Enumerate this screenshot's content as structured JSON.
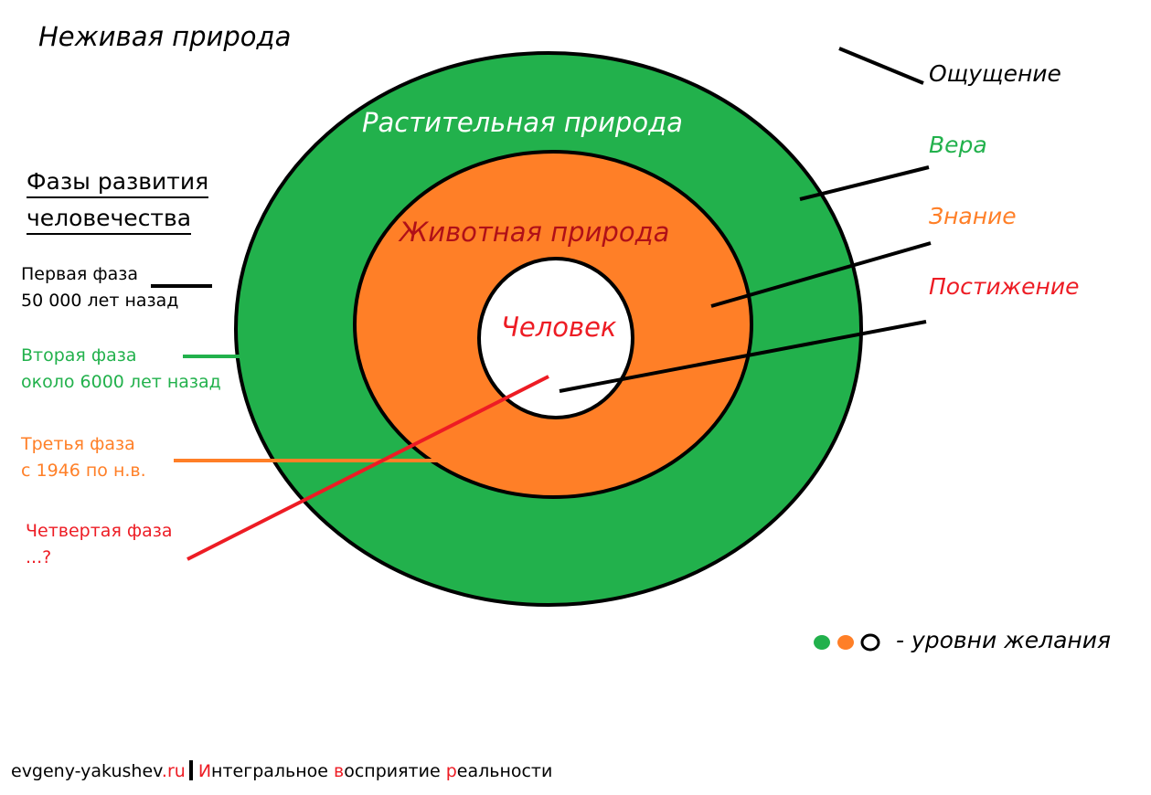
{
  "colors": {
    "green": "#22b14c",
    "orange": "#ff7f27",
    "red": "#ed1c24",
    "dark_red": "#b01018",
    "black": "#000000",
    "white": "#ffffff"
  },
  "labels": {
    "inanimate": "Неживая природа",
    "vegetative": "Растительная природа",
    "animate": "Животная природа",
    "human": "Человек"
  },
  "perceptions": {
    "sensation": "Ощущение",
    "faith": "Вера",
    "knowledge": "Знание",
    "attainment": "Постижение"
  },
  "phases": {
    "title_line1": "Фазы развития",
    "title_line2": "человечества",
    "items": [
      {
        "line1": "Первая фаза",
        "line2": "50 000 лет назад",
        "color": "#000000"
      },
      {
        "line1": "Вторая фаза",
        "line2": "около 6000 лет назад",
        "color": "#22b14c"
      },
      {
        "line1": "Третья фаза",
        "line2": "с 1946 по н.в.",
        "color": "#ff7f27"
      },
      {
        "line1": "Четвертая фаза",
        "line2": "...?",
        "color": "#ed1c24"
      }
    ]
  },
  "legend": {
    "label": "- уровни желания",
    "icons": [
      "green-dot-icon",
      "orange-dot-icon",
      "white-ring-icon"
    ]
  },
  "footer": {
    "site_main": "evgeny-yakushev",
    "site_tld": ".ru",
    "tagline_parts": [
      {
        "text": "И",
        "color": "#ed1c24"
      },
      {
        "text": "нтегральное ",
        "color": "#000000"
      },
      {
        "text": "в",
        "color": "#ed1c24"
      },
      {
        "text": "осприятие ",
        "color": "#000000"
      },
      {
        "text": "р",
        "color": "#ed1c24"
      },
      {
        "text": "еальности",
        "color": "#000000"
      }
    ]
  }
}
